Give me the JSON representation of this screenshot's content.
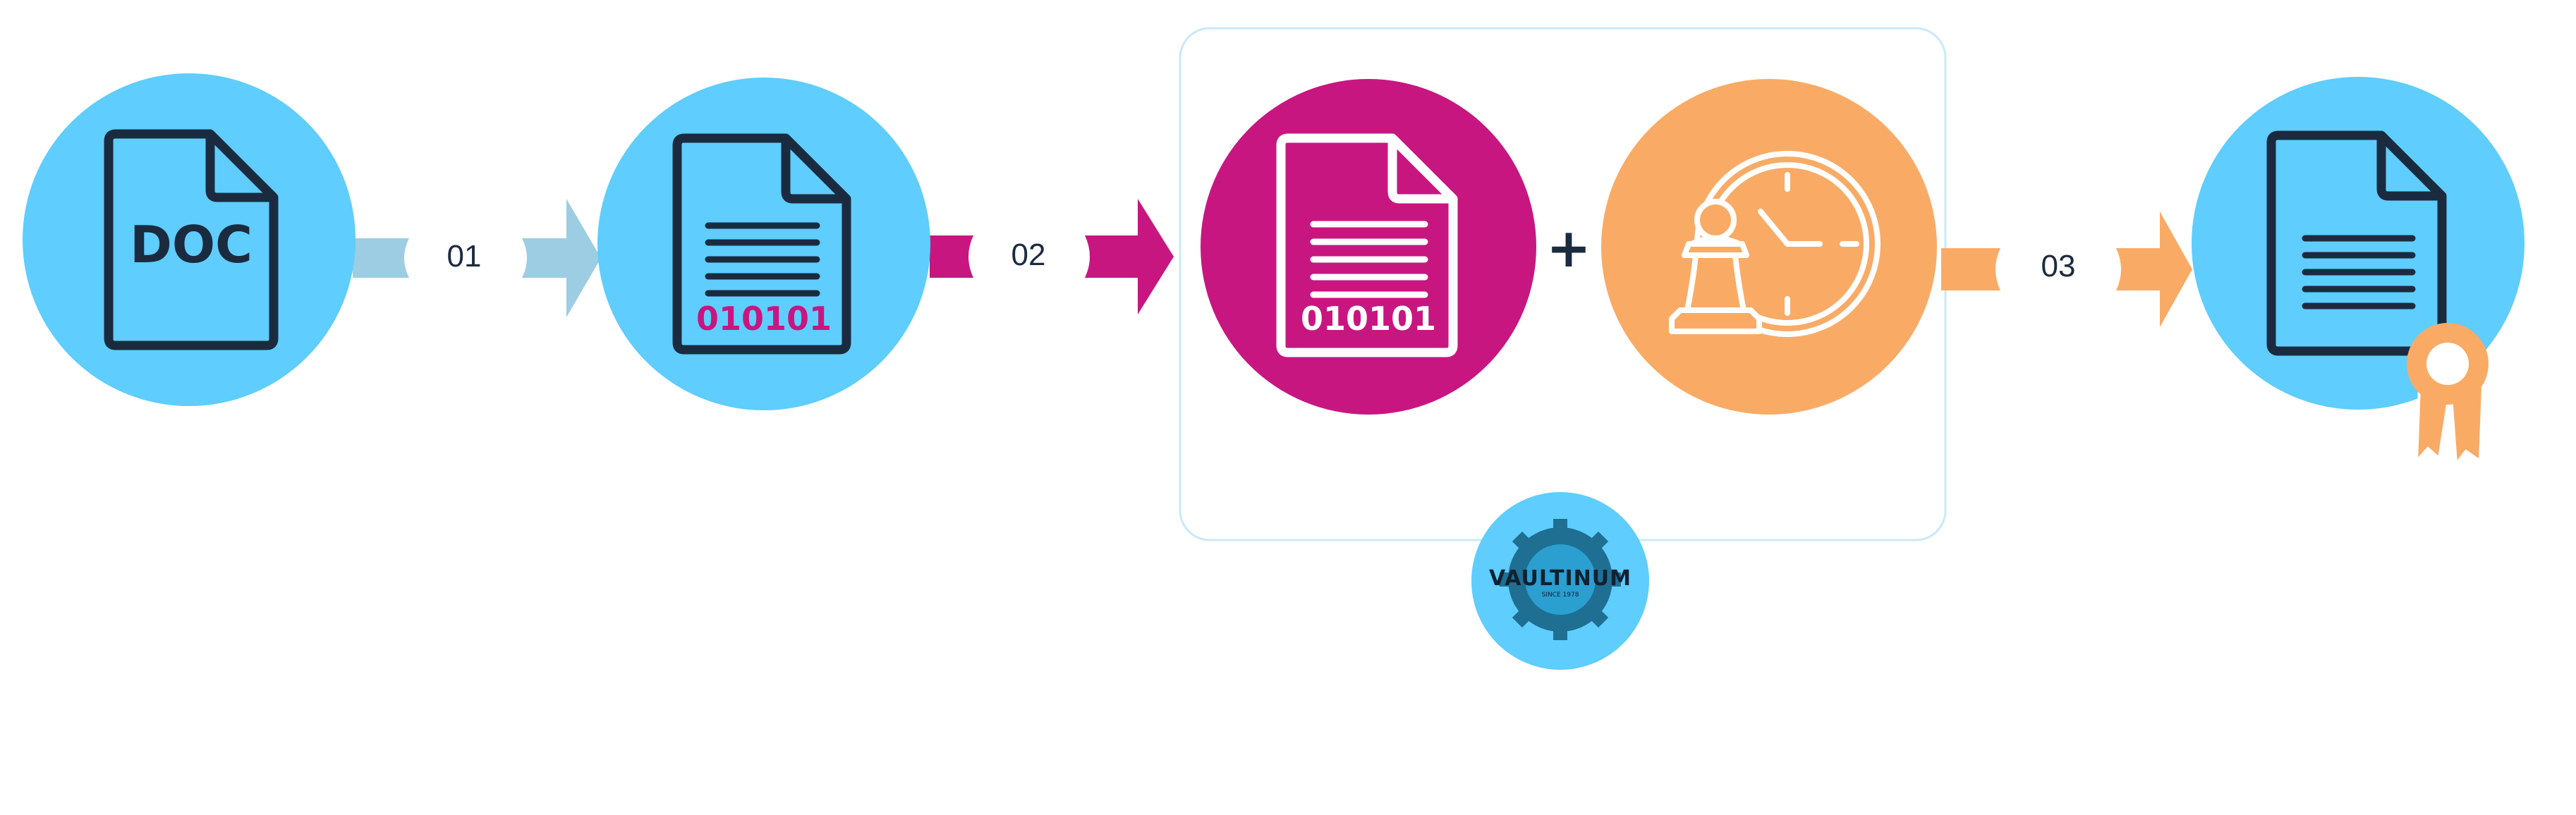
{
  "colors": {
    "light_blue": "#5fcdfd",
    "dark_navy": "#1b2b3f",
    "magenta": "#c81681",
    "orange": "#f9ab66",
    "arrow_blue": "#9dcde2",
    "white": "#ffffff",
    "box_border": "#c9e9f7",
    "gear_blue": "#1f6f93"
  },
  "steps": [
    {
      "number": "01",
      "color": "#9dcde2"
    },
    {
      "number": "02",
      "color": "#c81681"
    },
    {
      "number": "03",
      "color": "#f9ab66"
    }
  ],
  "nodes": {
    "doc": {
      "label": "DOC",
      "icon": "document-icon"
    },
    "binary_doc": {
      "label": "010101",
      "icon": "binary-document-icon"
    },
    "binary_doc_highlight": {
      "label": "010101",
      "icon": "binary-document-icon"
    },
    "time_strategy": {
      "icon": "clock-chess-pawn-icon"
    },
    "certified_doc": {
      "icon": "certified-document-icon",
      "badge": "award-ribbon-icon"
    }
  },
  "plus_sign": "+",
  "brand": {
    "name": "VAULTINUM",
    "tagline": "SINCE 1978",
    "icon": "gear-icon"
  }
}
